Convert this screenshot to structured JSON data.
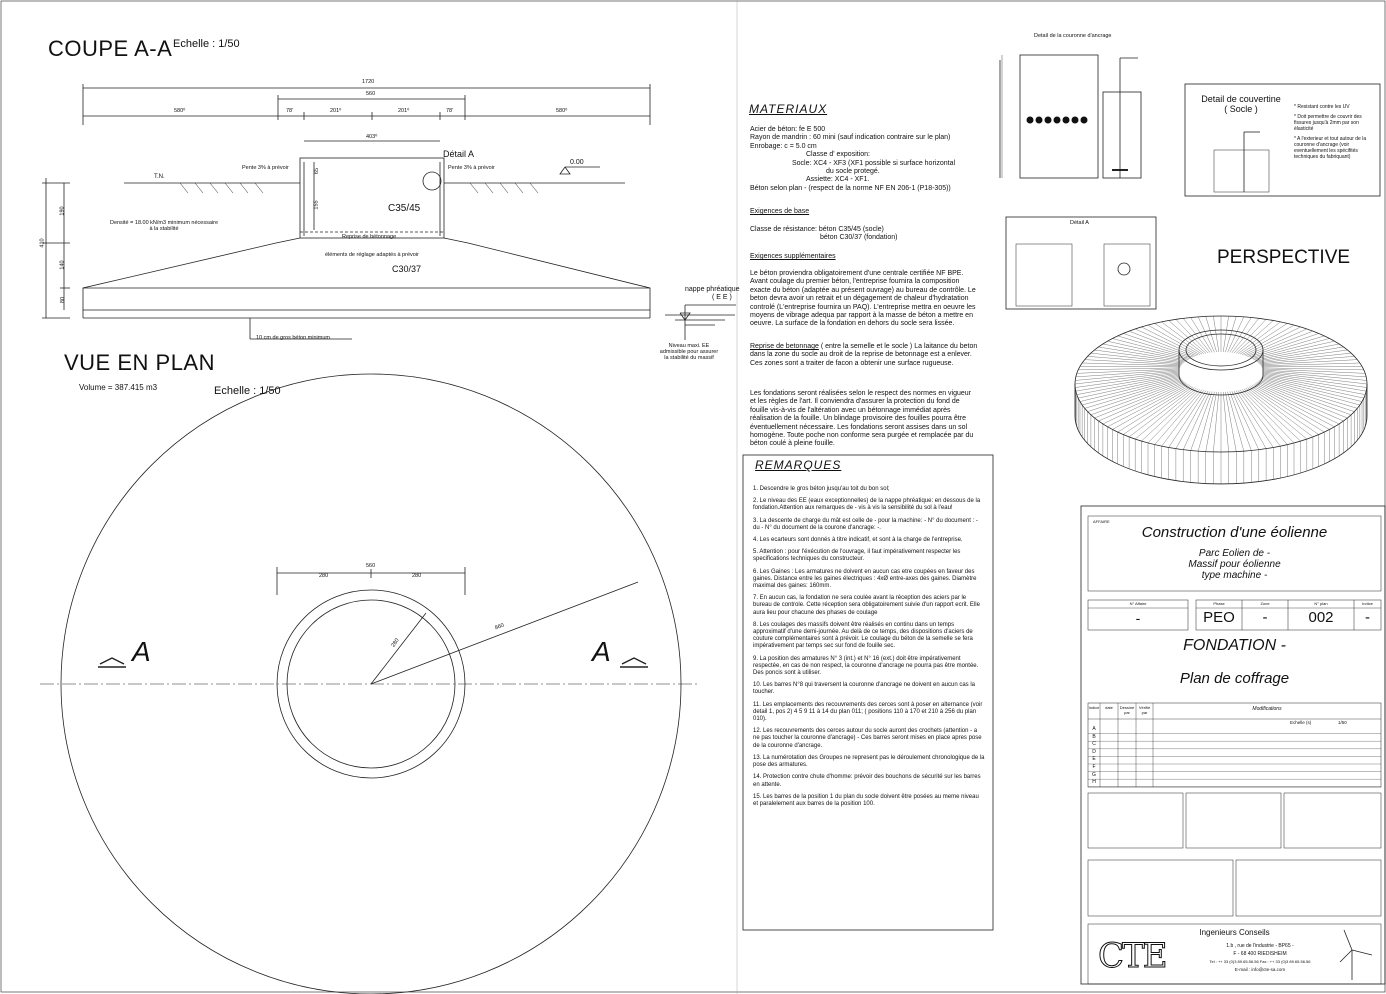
{
  "section": {
    "title": "COUPE A-A",
    "scale": "Echelle : 1/50",
    "dims": [
      "1720",
      "560",
      "580⁰",
      "78'",
      "201⁰",
      "201⁰",
      "78'",
      "580⁰",
      "403⁰",
      "190",
      "410",
      "140",
      "80",
      "65",
      "155"
    ],
    "labels": {
      "pente_left": "Pente 3% à prévoir",
      "pente_right": "Pente 3% à prévoir",
      "detail_a": "Détail A",
      "level": "0.00",
      "tn": "T.N.",
      "density": "Densité = 18.00 kN/m3 minimum nécessaire à la stabilité",
      "c35": "C35/45",
      "reprise": "Reprise  de bétonnage",
      "reglage": "éléments de réglage adaptés à prévoir",
      "c30": "C30/37",
      "nappe": "nappe phréatique",
      "ee": "( E E )",
      "gros_beton": "10 cm de gros béton minimum",
      "niveau": "Niveau maxi. EE admissible pour assurer la stabilité du massif"
    }
  },
  "plan": {
    "title": "VUE EN PLAN",
    "volume": "Volume  =  387.415  m3",
    "scale": "Echelle : 1/50",
    "dims": [
      "560",
      "280",
      "280",
      "280",
      "860"
    ],
    "section_marker": "A"
  },
  "materials": {
    "title": "MATERIAUX",
    "lines": [
      "Acier de béton:   fe E 500",
      "Rayon de mandrin : 60 mini (sauf indication contraire sur le plan)",
      "Enrobage:              c = 5.0 cm",
      "Classe d' exposition:",
      "Socle: XC4 - XF3 (XF1 possible si surface horizontal",
      "du socle protegé.",
      "Assiette: XC4 - XF1.",
      "Béton selon plan - (respect de la norme NF EN 206-1 (P18-305))"
    ],
    "base_title": "Exigences de base",
    "base_lines": [
      "Classe de résistance:  béton C35/45 (socle)",
      "béton C30/37 (fondation)"
    ],
    "supp_title": "Exigences supplémentaires",
    "supp_text": "Le béton proviendra obligatoirement d'une centrale certifiée NF BPE. Avant coulage du premier béton, l'entreprise fournira la composition exacte du béton (adaptée au présent ouvrage) au bureau de contrôle. Le beton devra avoir un retrait et un dégagement de chaleur d'hydratation controlé (L'entreprise fournira un PAQ). L'entreprise mettra en oeuvre les moyens de vibrage adequa par rapport à la masse de béton a mettre en oeuvre. La surface de la fondation en dehors du socle sera lissée.",
    "reprise_title": "Reprise de betonnage",
    "reprise_text": " ( entre la semelle et le socle ) La laitance du beton dans la zone du socle au droit de la reprise de betonnage est a enlever. Ces zones sont a traiter de facon a obtenir une surface rugueuse.",
    "found_text": "Les fondations seront réalisées selon le respect des normes en vigueur et les règles de l'art. Il conviendra d'assurer la protection du fond de fouille vis-à-vis de l'altération avec un bétonnage immédiat après réalisation de la fouille. Un blindage provisoire des fouilles pourra être éventuellement nécessaire. Les fondations seront assises dans un sol homogène. Toute poche non conforme sera purgée et remplacée par du béton coulé à pleine fouille."
  },
  "remarks": {
    "title": "REMARQUES",
    "items": [
      "1. Descendre le gros béton jusqu'au toit du bon sol;",
      "2. Le niveau des EE (eaux exceptionnelles) de la nappe phréatique: en dessous de la fondation.Attention aux remarques de - vis à vis la sensibilité du sol à l'eau!",
      "3. La descente de charge du mât est celle de - pour la machine: - N° du document : - du - N° du document de la courone d'ancrage: -.",
      "4. Les ecarteurs sont donnés à titre indicatif, et sont à la charge de l'entreprise.",
      "5. Attention : pour l'éxécution de l'ouvrage, il faut impérativement respecter les specifications techniques du constructeur.",
      "6. Les Gaines : Les armatures ne doivent en aucun cas etre coupées en faveur des gaines. Distance entre les gaines électriques : 4xØ entre-axes des gaines. Diamètre maximal des gaines: 160mm.",
      "7. En aucun cas, la fondation ne sera coulée avant la réception des aciers par le bureau de controle. Cette réception sera obligatoirement suivie d'un rapport ecrit. Elle aura lieu pour chacune des phases de coulage",
      "8. Les coulages des massifs doivent être réalisés en continu dans un temps approximatif d'une demi-journée. Au delà de ce temps, des dispositions d'aciers de couture complémentaires sont à prévoir. Le coulage du béton de la semelle se fera impérativement par temps sec sur fond de fouille sec.",
      "9. La position des armatures N° 3 (int.) et N° 16 (ext.) doit être impérativement respectée, en cas de non respect, la couronne d'ancrage ne pourra pas être montée. Des poncis sont à utiliser.",
      "10. Les barres N°8 qui traversent la couronne d'ancrage ne doivent en aucun cas la toucher.",
      "11. Les emplacements des recouvrements des cerces sont à poser en alternance (voir detail 1, pos 2) 4 5 9 11 à 14 du plan 011; ( positions 110 à 170 et 210 à 256 du plan 010).",
      "12. Les recouvrements des cerces autour du socle auront des crochets (attention - a ne pas toucher la couronne d'ancrage) - Ces barres seront mises en place apres pose de la couronne d'ancrage.",
      "13. La numérotation des Groupes ne represent pas le déroulement chronologique de la pose des armatures.",
      "14. Protection contre chute d'homme: prévoir des bouchons de sécurité sur les barres en attente.",
      "15. Les barres de la position 1 du plan du socle doivent être posées au meme niveau et paralelement aux barres de la position 100."
    ]
  },
  "details": {
    "couronne_title": "Detail de la couronne d'ancrage",
    "couverture_title": "Detail de couvertine",
    "couverture_sub": "( Socle )",
    "couverture_notes": [
      "* Resistant contre les UV",
      "* Doit permettre de couvrir des fissures jusqu'à 2mm par son élasticité",
      "* A l'exterieur et tout autour de la couronne d'ancrage (voir eventuellement les spécifités techniques du fabriquant)"
    ],
    "detail_a_title": "Détail A",
    "perspective": "PERSPECTIVE"
  },
  "cartouche": {
    "affaire_label": "AFFAIRE",
    "project_title": "Construction d'une éolienne",
    "project_sub1": "Parc Eolien de -",
    "project_sub2": "Massif  pour éolienne",
    "project_sub3": "type machine -",
    "n_affaire_label": "N° Affaire",
    "n_affaire": "-",
    "phase_label": "Phase",
    "phase": "PEO",
    "zone_label": "Zone",
    "zone": "-",
    "plan_label": "N° plan",
    "plan": "002",
    "indice_label": "Indice",
    "indice": "-",
    "doc_title": "FONDATION -",
    "doc_sub": "Plan de coffrage",
    "mod_headers": [
      "Indice",
      "date",
      "Dessiné par",
      "Vérifié par",
      "Modifications"
    ],
    "mod_rows": [
      "A",
      "B",
      "C",
      "D",
      "E",
      "F",
      "G",
      "H"
    ],
    "echelle_label": "Echelle (s)",
    "echelle": "1/50",
    "firm_title": "Ingenieurs Conseils",
    "firm_logo": "CTE",
    "firm_addr1": "1.b , rue de l'industrie - BP65 -",
    "firm_addr2": "F - 68 400 RIEDISHEIM",
    "firm_tel": "Tel : ++ 33 (0)3 89.65.56.56      Fax : ++ 33 (0)3 89.65.56.56",
    "firm_email": "E-mail : info@cte-sa.com"
  }
}
